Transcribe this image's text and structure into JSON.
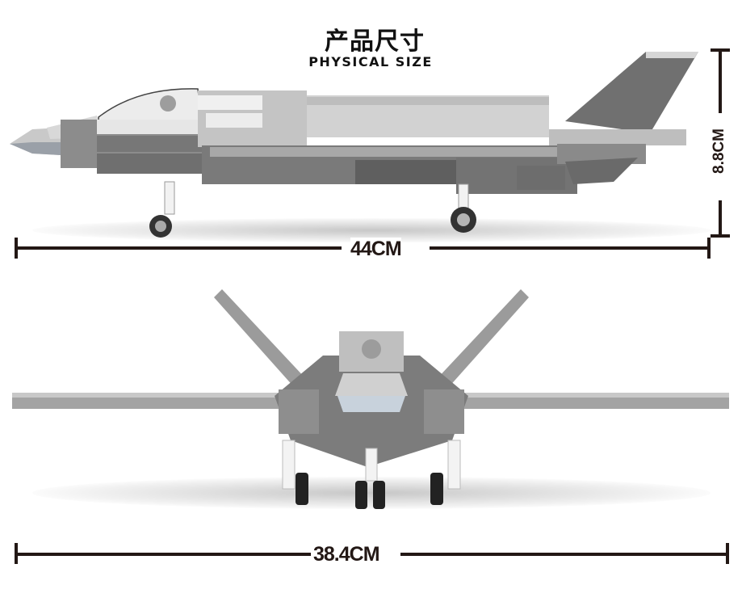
{
  "header": {
    "title_cn": "产品尺寸",
    "title_en": "PHYSICAL SIZE"
  },
  "side_view": {
    "subject": "fighter-jet-brick-model-side",
    "length_label": "44CM",
    "height_label": "8.8CM"
  },
  "front_view": {
    "subject": "fighter-jet-brick-model-front",
    "wingspan_label": "38.4CM"
  },
  "colors": {
    "dimension_lines": "#231815",
    "model_dark_gray": "#6e6e6e",
    "model_mid_gray": "#9a9a9a",
    "model_light_gray": "#d4d4d4",
    "background": "#ffffff"
  }
}
